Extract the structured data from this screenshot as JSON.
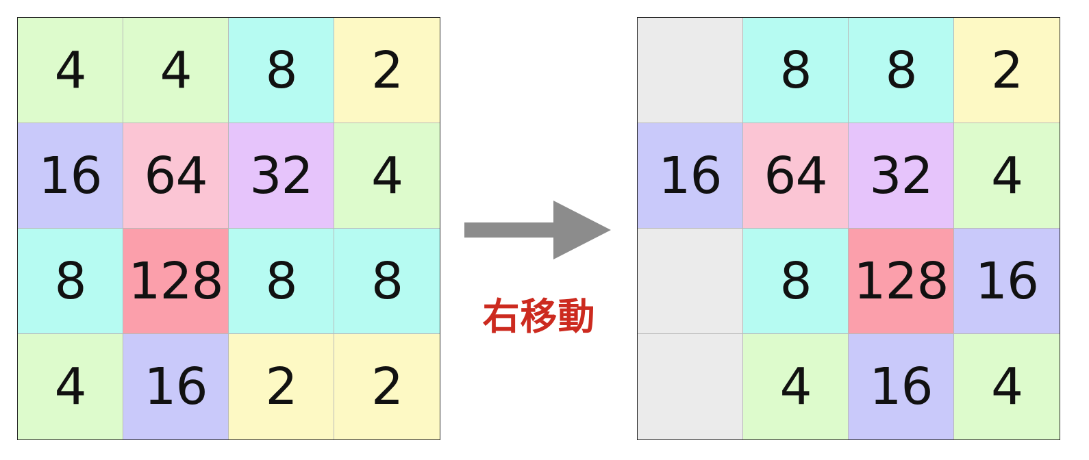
{
  "colors": {
    "empty": "#ebebeb",
    "2": "#fdf9c4",
    "4": "#ddfbcc",
    "8": "#b6fbf2",
    "16": "#c9c9fa",
    "32": "#e6c4fb",
    "64": "#fbc5d4",
    "128": "#fb9fab",
    "arrow": "#8c8c8c",
    "caption": "#cc2a1f"
  },
  "board_before": [
    [
      "4",
      "4",
      "8",
      "2"
    ],
    [
      "16",
      "64",
      "32",
      "4"
    ],
    [
      "8",
      "128",
      "8",
      "8"
    ],
    [
      "4",
      "16",
      "2",
      "2"
    ]
  ],
  "board_after": [
    [
      "",
      "8",
      "8",
      "2"
    ],
    [
      "16",
      "64",
      "32",
      "4"
    ],
    [
      "",
      "8",
      "128",
      "16"
    ],
    [
      "",
      "4",
      "16",
      "4"
    ]
  ],
  "arrow": {
    "icon": "right-arrow-icon"
  },
  "caption": "右移動"
}
